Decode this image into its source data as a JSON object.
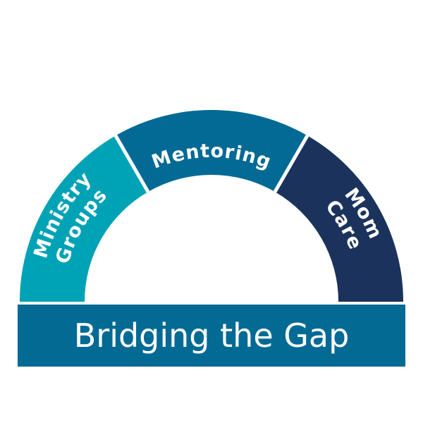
{
  "segments": [
    {
      "lines": [
        "Ministry",
        "Groups"
      ],
      "color": "#00a2b5"
    },
    {
      "lines": [
        "Mentoring"
      ],
      "color": "#026a94"
    },
    {
      "lines": [
        "Mom",
        "Care"
      ],
      "color": "#1b335c"
    }
  ],
  "banner": {
    "text": "Bridging the Gap",
    "color": "#036a94"
  }
}
